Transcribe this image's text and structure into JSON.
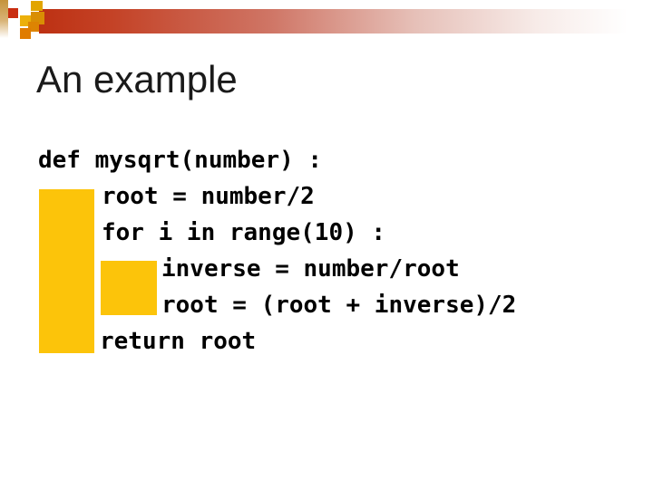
{
  "slide": {
    "title": "An example",
    "code_lines": [
      "def mysqrt(number) :",
      "root = number/2",
      "for i in range(10) :",
      "inverse = number/root",
      "root = (root + inverse)/2",
      "return root"
    ]
  },
  "theme": {
    "highlight_yellow": "#fcc40a",
    "banner_red_start": "#bd3113",
    "banner_red_end": "#ffffff",
    "decor_square_red": "#c92d10",
    "decor_square_gold": "#e2a500",
    "decor_square_orange": "#d98e04",
    "title_text_color": "#1a1a1a",
    "code_text_color": "#000000"
  }
}
